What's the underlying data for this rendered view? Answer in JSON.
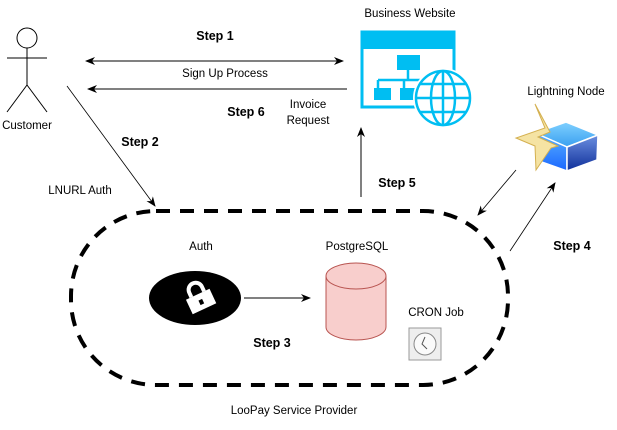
{
  "nodes": {
    "customer": "Customer",
    "website": "Business Website",
    "lightning": "Lightning Node",
    "auth": "Auth",
    "db": "PostgreSQL",
    "cron": "CRON Job",
    "provider": "LooPay Service Provider"
  },
  "edges": {
    "step1": "Step 1",
    "step1_label": "Sign Up Process",
    "step2": "Step 2",
    "step2_label": "LNURL Auth",
    "step3": "Step 3",
    "step4": "Step 4",
    "step5": "Step 5",
    "step6": "Step 6",
    "step6_label_1": "Invoice",
    "step6_label_2": "Request"
  },
  "colors": {
    "website_icon": "#00BEF2",
    "db_fill": "#F8CECC",
    "db_stroke": "#B85450"
  }
}
